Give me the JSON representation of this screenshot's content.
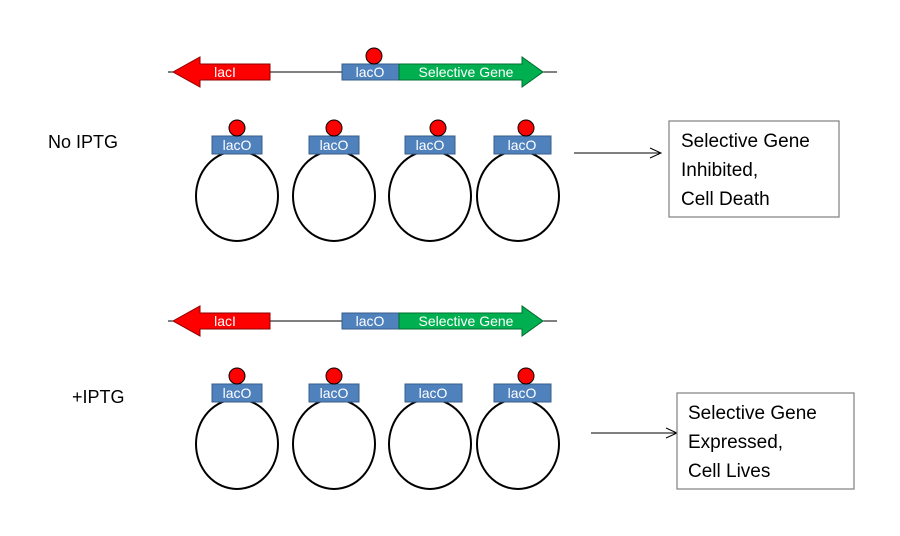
{
  "colors": {
    "laci": "#ff0000",
    "laco": "#4f81bd",
    "selective_gene": "#00b050",
    "repressor": "#ff0000",
    "outline": "#000000"
  },
  "top_panel": {
    "condition": "No IPTG",
    "construct": {
      "laci_label": "lacI",
      "laco_label": "lacO",
      "gene_label": "Selective Gene",
      "repressor_bound": true
    },
    "plasmids": [
      {
        "operator_label": "lacO",
        "repressor_bound": true
      },
      {
        "operator_label": "lacO",
        "repressor_bound": true
      },
      {
        "operator_label": "lacO",
        "repressor_bound": true
      },
      {
        "operator_label": "lacO",
        "repressor_bound": true
      }
    ],
    "outcome_lines": [
      "Selective Gene",
      "Inhibited,",
      "Cell Death"
    ]
  },
  "bottom_panel": {
    "condition": "+IPTG",
    "construct": {
      "laci_label": "lacI",
      "laco_label": "lacO",
      "gene_label": "Selective Gene",
      "repressor_bound": false
    },
    "plasmids": [
      {
        "operator_label": "lacO",
        "repressor_bound": true
      },
      {
        "operator_label": "lacO",
        "repressor_bound": true
      },
      {
        "operator_label": "lacO",
        "repressor_bound": false
      },
      {
        "operator_label": "lacO",
        "repressor_bound": true
      }
    ],
    "outcome_lines": [
      "Selective Gene",
      "Expressed,",
      "Cell Lives"
    ]
  }
}
